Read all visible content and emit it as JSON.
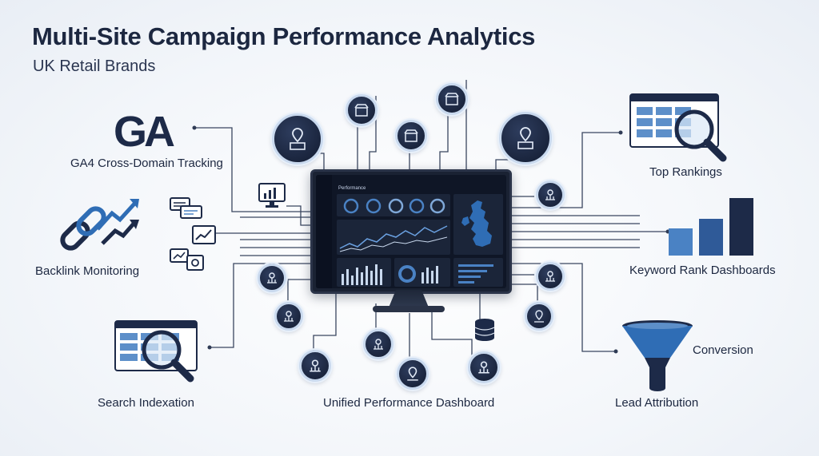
{
  "header": {
    "title": "Multi-Site Campaign Performance Analytics",
    "subtitle": "UK Retail Brands"
  },
  "labels": {
    "ga_logo": "GA",
    "ga4": "GA4 Cross-Domain Tracking",
    "backlink": "Backlink Monitoring",
    "indexation": "Search Indexation",
    "dashboard": "Unified Performance Dashboard",
    "rankings": "Top Rankings",
    "keyword": "Keyword Rank Dashboards",
    "conversion": "Conversion",
    "lead": "Lead Attribution"
  },
  "screen": {
    "title": "Performance"
  },
  "colors": {
    "accent": "#2f6db5",
    "node": "#1a2640",
    "wire": "#3a4660",
    "bar": "#4a82c4"
  },
  "icons": [
    "ga-logo-icon",
    "chain-link-icon",
    "magnifier-icon",
    "monitor-icon",
    "storefront-icon",
    "location-pin-icon",
    "network-icon",
    "database-icon",
    "funnel-icon",
    "bar-chart-icon",
    "chat-icon"
  ]
}
